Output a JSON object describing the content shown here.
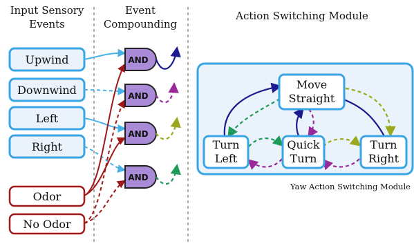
{
  "headers": {
    "input": [
      "Input Sensory",
      "Events"
    ],
    "compounding": [
      "Event",
      "Compounding"
    ],
    "module": "Action Switching Module"
  },
  "inputs": [
    "Upwind",
    "Downwind",
    "Left",
    "Right"
  ],
  "odor_inputs": [
    "Odor",
    "No Odor"
  ],
  "gate_label": "AND",
  "actions": {
    "move": [
      "Move",
      "Straight"
    ],
    "left": [
      "Turn",
      "Left"
    ],
    "quick": [
      "Quick",
      "Turn"
    ],
    "right": [
      "Turn",
      "Right"
    ]
  },
  "caption": "Yaw Action Switching Module",
  "colors": {
    "input_border": "#3aa4e4",
    "input_fill": "#eaf3fb",
    "odor_border": "#a01818",
    "gate_fill": "#a98bd8",
    "navy": "#1b1b8f",
    "purple": "#9a2a9a",
    "olive": "#9ba81e",
    "green": "#1f9a5a",
    "maroon": "#a01818",
    "light_blue": "#4ab0e8"
  }
}
